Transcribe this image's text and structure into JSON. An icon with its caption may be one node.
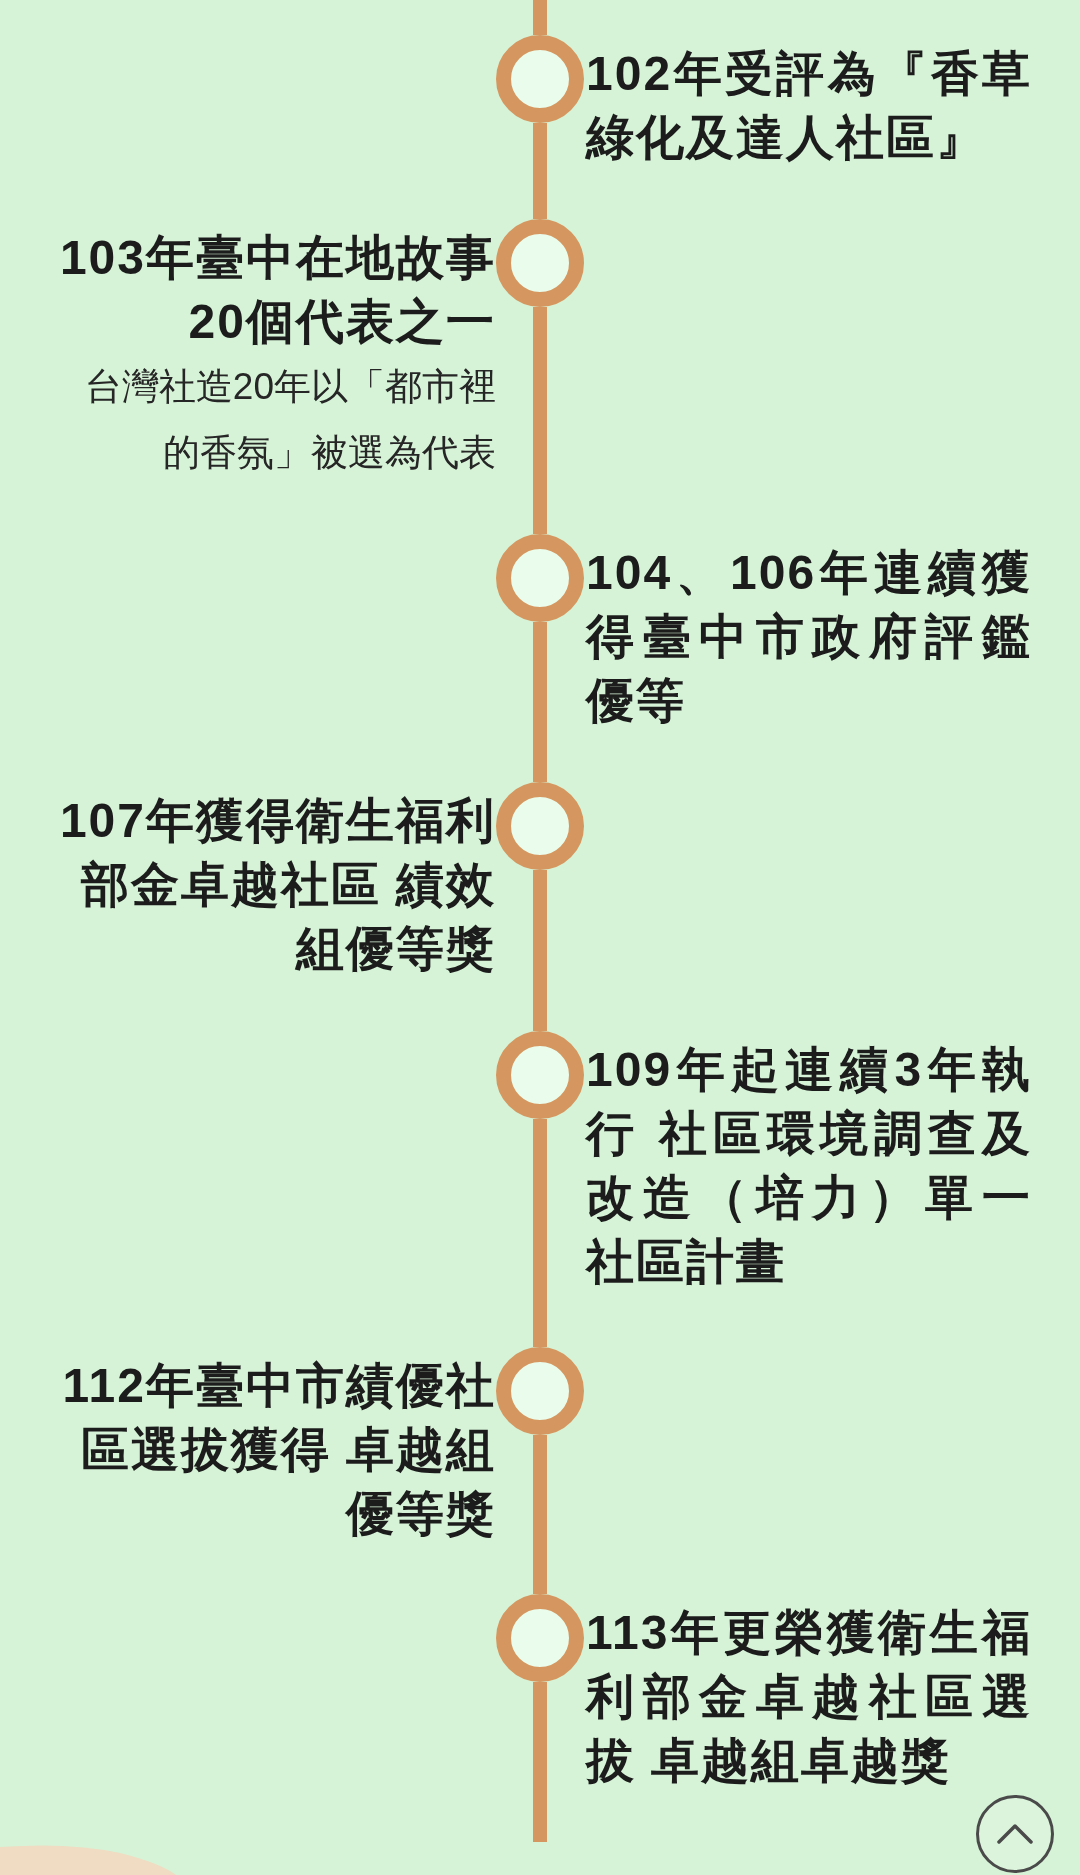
{
  "diagram": {
    "nodes": [
      {
        "text": [],
        "shape": "circle",
        "beside": [
          "102年受評為『香草綠化及達人社區』"
        ]
      },
      {
        "text": [],
        "shape": "circle",
        "beside": [
          "103年臺中在地故事20個代表之一",
          "台灣社造20年以「都市裡的香氛」被選為代表"
        ]
      },
      {
        "text": [],
        "shape": "circle",
        "beside": [
          "104、106年連續獲得臺中市政府評鑑優等"
        ]
      },
      {
        "text": [],
        "shape": "circle",
        "beside": [
          "107年獲得衛生福利部金卓越社區 績效組優等獎"
        ]
      },
      {
        "text": [],
        "shape": "circle",
        "beside": [
          "109年起連續3年執行 社區環境調查及改造（培力）單一社區計畫"
        ]
      },
      {
        "text": [],
        "shape": "circle",
        "beside": [
          "112年臺中市績優社區選拔獲得 卓越組優等獎"
        ]
      },
      {
        "text": [],
        "shape": "circle",
        "beside": [
          "113年更榮獲衛生福利部金卓越社區選拔 卓越組卓越獎"
        ]
      }
    ],
    "edges": [
      {
        "from": null,
        "to": 0,
        "arrow": "none"
      },
      {
        "from": 0,
        "to": 1,
        "arrow": "none"
      },
      {
        "from": 1,
        "to": 2,
        "arrow": "none"
      },
      {
        "from": 2,
        "to": 3,
        "arrow": "none"
      },
      {
        "from": 3,
        "to": 4,
        "arrow": "none"
      },
      {
        "from": 4,
        "to": 5,
        "arrow": "none"
      },
      {
        "from": 5,
        "to": 6,
        "arrow": "none"
      },
      {
        "from": 6,
        "to": null,
        "arrow": "none"
      }
    ]
  }
}
